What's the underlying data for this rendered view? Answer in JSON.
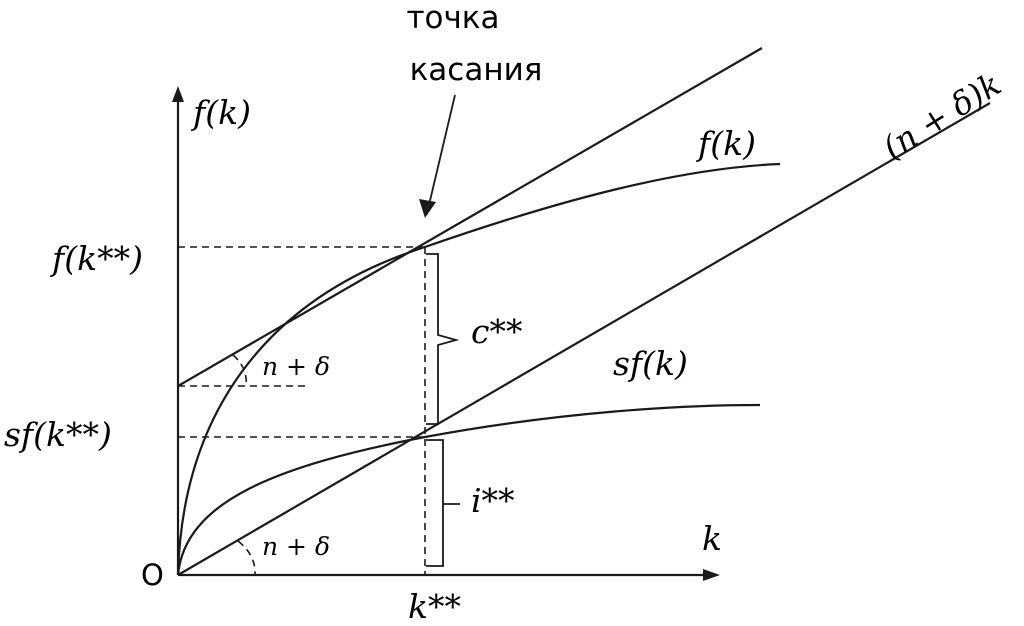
{
  "diagram": {
    "tangent_callout": {
      "line1": "точка",
      "line2": "касания"
    },
    "origin": "O",
    "axis_labels": {
      "x": "k",
      "y": "f(k)"
    },
    "curve_labels": {
      "production": "f(k)",
      "savings": "sf(k)",
      "break_even": "(n + δ)k"
    },
    "point_labels": {
      "k_star": "k**",
      "f_star": "f(k**)",
      "sf_star": "sf(k**)"
    },
    "brace_labels": {
      "consumption": "c**",
      "investment": "i**"
    },
    "angle_labels": {
      "tangent_angle": "n + δ",
      "breakeven_angle": "n + δ"
    }
  }
}
